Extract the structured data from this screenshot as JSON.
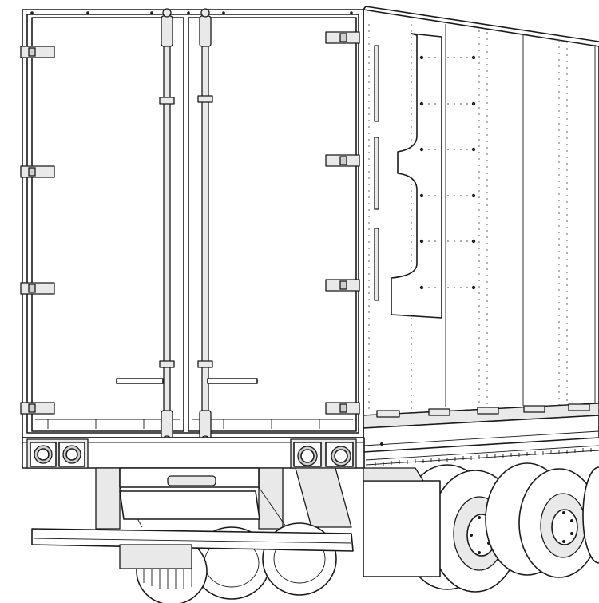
{
  "figure": {
    "kind": "line-illustration",
    "subject": "rear-of-semi-trailer",
    "stroke_color": "#1a1a1a",
    "fill_color": "#ffffff",
    "shade_color": "#e9e9e9"
  },
  "placard": {
    "top_text": "",
    "bottom_text": ""
  },
  "icons": [
    "trailer-body",
    "rear-door-left",
    "rear-door-right",
    "door-hinge",
    "lock-rod",
    "tail-light",
    "bumper",
    "wheel",
    "mud-flap",
    "wall-placard"
  ]
}
